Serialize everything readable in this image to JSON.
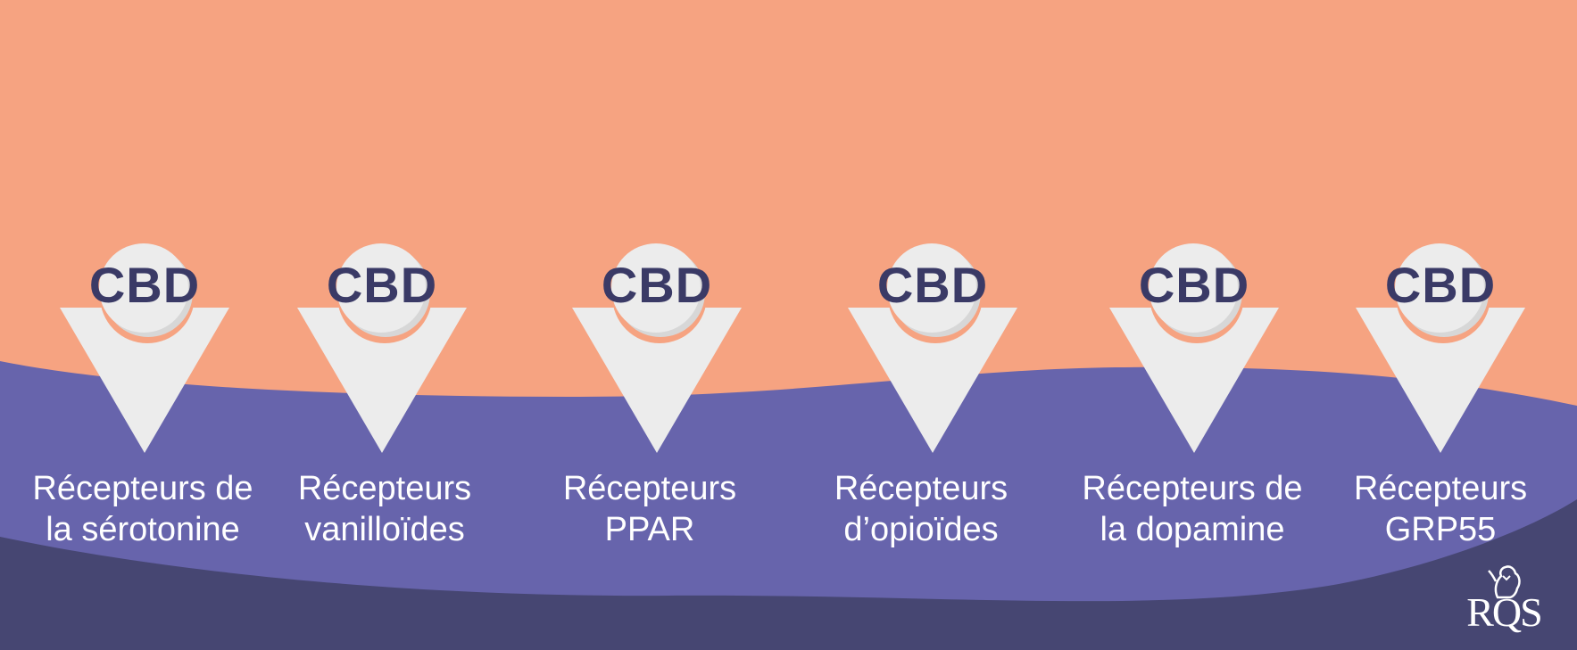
{
  "colors": {
    "background_top": "#f6a381",
    "band_middle": "#6764ac",
    "band_bottom": "#464672",
    "marker_fill": "#ececec",
    "marker_shadow": "#d7d7d7",
    "cbd_text": "#3a3a66",
    "caption_text": "#ffffff"
  },
  "markers": [
    {
      "badge": "CBD",
      "line1": "Récepteurs de",
      "line2": "la sérotonine"
    },
    {
      "badge": "CBD",
      "line1": "Récepteurs",
      "line2": "vanilloïdes"
    },
    {
      "badge": "CBD",
      "line1": "Récepteurs",
      "line2": "PPAR"
    },
    {
      "badge": "CBD",
      "line1": "Récepteurs",
      "line2": "d’opioïdes"
    },
    {
      "badge": "CBD",
      "line1": "Récepteurs de",
      "line2": "la dopamine"
    },
    {
      "badge": "CBD",
      "line1": "Récepteurs",
      "line2": "GRP55"
    }
  ],
  "logo": {
    "icon": "lion-crest-icon",
    "text": "RQS"
  }
}
